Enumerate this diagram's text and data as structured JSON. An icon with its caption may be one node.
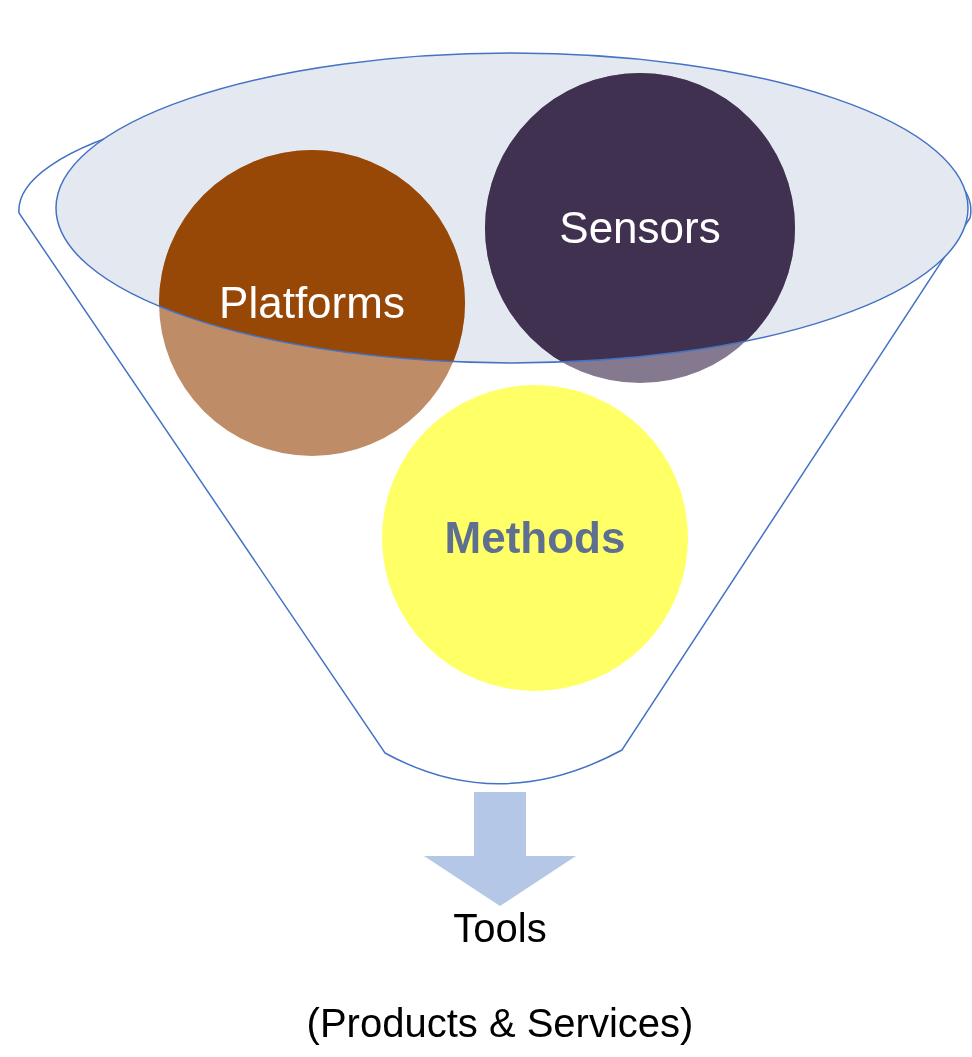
{
  "diagram": {
    "nodes": [
      {
        "text": [],
        "shape": "funnel"
      },
      {
        "text": [
          "Platforms"
        ],
        "in": 0
      },
      {
        "text": [
          "Sensors"
        ],
        "in": 0
      },
      {
        "text": [
          "Methods"
        ],
        "in": 0
      },
      {
        "text": [
          "Tools",
          "(Products & Services)"
        ]
      }
    ],
    "edges": [
      {
        "from": 0,
        "to": 4,
        "arrow": "to",
        "style": "thick",
        "color": "#b4c7e7"
      }
    ]
  }
}
